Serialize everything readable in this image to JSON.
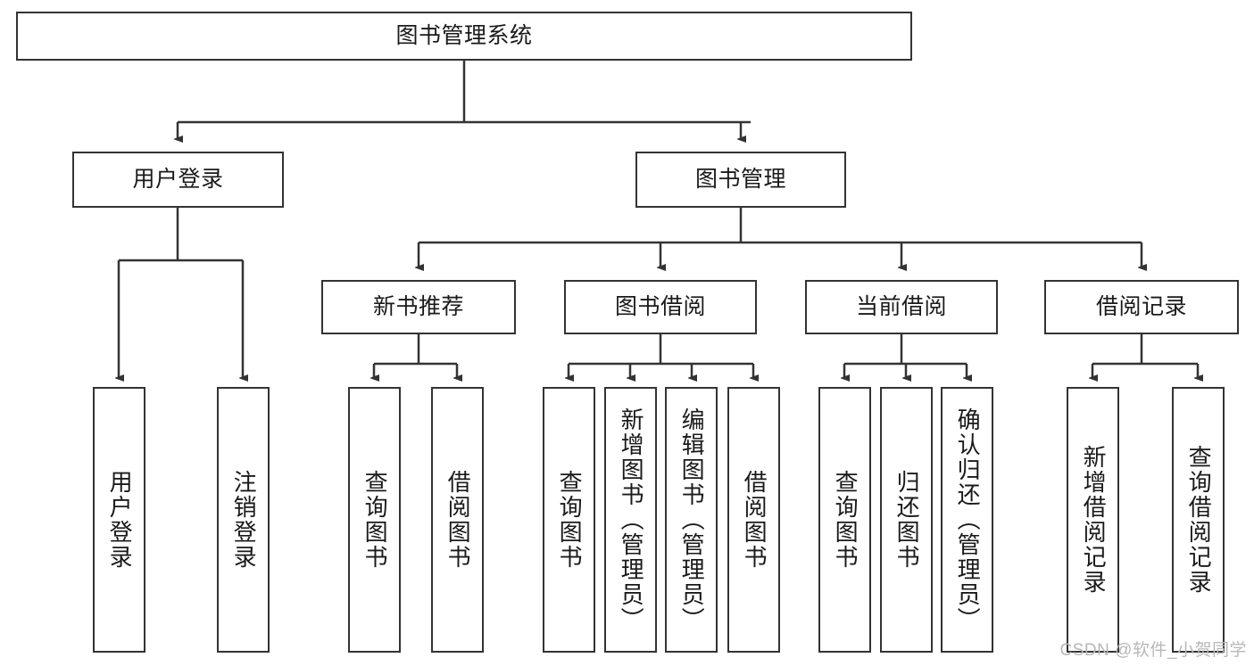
{
  "diagram": {
    "title": "图书管理系统",
    "type": "tree-hierarchy",
    "root": {
      "id": "root",
      "label": "图书管理系统"
    },
    "level2": [
      {
        "id": "user-login",
        "label": "用户登录"
      },
      {
        "id": "book-management",
        "label": "图书管理"
      }
    ],
    "level3": [
      {
        "id": "new-book-recommend",
        "label": "新书推荐"
      },
      {
        "id": "book-borrow",
        "label": "图书借阅"
      },
      {
        "id": "current-borrow",
        "label": "当前借阅"
      },
      {
        "id": "borrow-record",
        "label": "借阅记录"
      }
    ],
    "leaves": {
      "user_login": [
        {
          "id": "leaf-user-login",
          "label": "用户登录"
        },
        {
          "id": "leaf-logout-login",
          "label": "注销登录"
        }
      ],
      "new_book_recommend": [
        {
          "id": "leaf-query-book-1",
          "label": "查询图书"
        },
        {
          "id": "leaf-borrow-book-1",
          "label": "借阅图书"
        }
      ],
      "book_borrow": [
        {
          "id": "leaf-query-book-2",
          "label": "查询图书"
        },
        {
          "id": "leaf-add-book-admin",
          "label": "新增图书（管理员）"
        },
        {
          "id": "leaf-edit-book-admin",
          "label": "编辑图书（管理员）"
        },
        {
          "id": "leaf-borrow-book-2",
          "label": "借阅图书"
        }
      ],
      "current_borrow": [
        {
          "id": "leaf-query-book-3",
          "label": "查询图书"
        },
        {
          "id": "leaf-return-book",
          "label": "归还图书"
        },
        {
          "id": "leaf-confirm-return-admin",
          "label": "确认归还（管理员）"
        }
      ],
      "borrow_record": [
        {
          "id": "leaf-add-borrow-record",
          "label": "新增借阅记录"
        },
        {
          "id": "leaf-query-borrow-record",
          "label": "查询借阅记录"
        }
      ]
    }
  },
  "watermark": {
    "text": "CSDN @软件_小贺同学"
  },
  "colors": {
    "stroke": "#333333",
    "background": "#ffffff",
    "text": "#1a1a1a",
    "watermark": "#b8b8b8"
  }
}
